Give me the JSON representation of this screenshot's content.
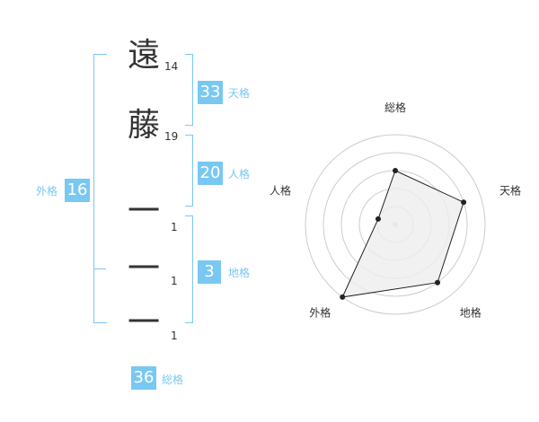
{
  "name": {
    "chars": [
      {
        "char": "遠",
        "strokes": "14"
      },
      {
        "char": "藤",
        "strokes": "19"
      },
      {
        "char": "一",
        "strokes": "1"
      },
      {
        "char": "一",
        "strokes": "1"
      },
      {
        "char": "一",
        "strokes": "1"
      }
    ]
  },
  "fortune": {
    "tenkaku": {
      "value": "33",
      "label": "天格"
    },
    "jinkaku": {
      "value": "20",
      "label": "人格"
    },
    "chikaku": {
      "value": "3",
      "label": "地格"
    },
    "gaikaku": {
      "value": "16",
      "label": "外格"
    },
    "soukaku": {
      "value": "36",
      "label": "総格"
    }
  },
  "chart_data": {
    "type": "radar",
    "axes": [
      "総格",
      "天格",
      "地格",
      "外格",
      "人格"
    ],
    "values": [
      3,
      4,
      4,
      5,
      1
    ],
    "max": 5,
    "grid": true
  },
  "colors": {
    "accent": "#79c8f2",
    "text": "#333333",
    "grid": "#cccccc",
    "fill": "#eeeeee"
  }
}
